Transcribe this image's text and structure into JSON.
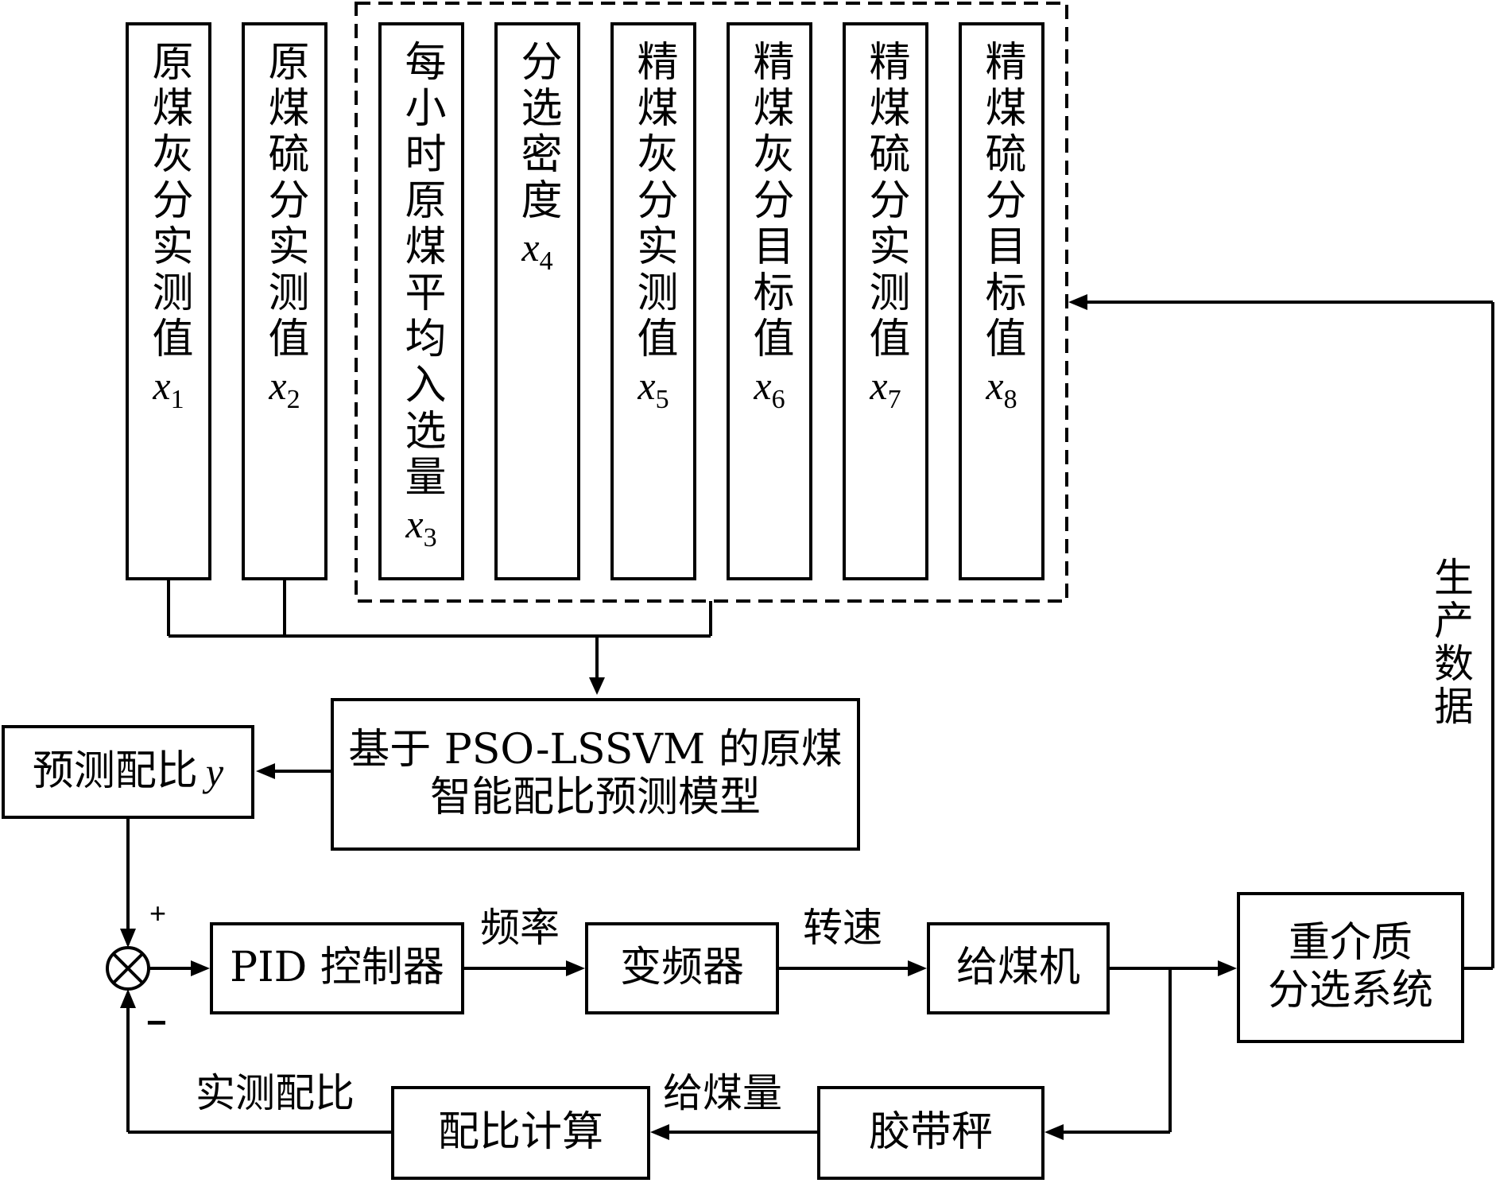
{
  "inputs": [
    {
      "text": "原煤灰分实测值",
      "var": "x",
      "sub": "1"
    },
    {
      "text": "原煤硫分实测值",
      "var": "x",
      "sub": "2"
    },
    {
      "text": "每小时原煤平均入选量",
      "var": "x",
      "sub": "3"
    },
    {
      "text": "分选密度",
      "var": "x",
      "sub": "4"
    },
    {
      "text": "精煤灰分实测值",
      "var": "x",
      "sub": "5"
    },
    {
      "text": "精煤灰分目标值",
      "var": "x",
      "sub": "6"
    },
    {
      "text": "精煤硫分实测值",
      "var": "x",
      "sub": "7"
    },
    {
      "text": "精煤硫分目标值",
      "var": "x",
      "sub": "8"
    }
  ],
  "model": {
    "line1": "基于 PSO-LSSVM 的原煤",
    "line2": "智能配比预测模型"
  },
  "predicted": {
    "text": "预测配比",
    "var": "y"
  },
  "pid": "PID 控制器",
  "vfd": "变频器",
  "feeder": "给煤机",
  "dms": {
    "line1": "重介质",
    "line2": "分选系统"
  },
  "belt_scale": "胶带秤",
  "ratio_calc": "配比计算",
  "labels": {
    "freq": "频率",
    "speed": "转速",
    "feed_amount": "给煤量",
    "measured_ratio": "实测配比",
    "production_data": "生产数据",
    "plus": "+",
    "minus": "−"
  }
}
